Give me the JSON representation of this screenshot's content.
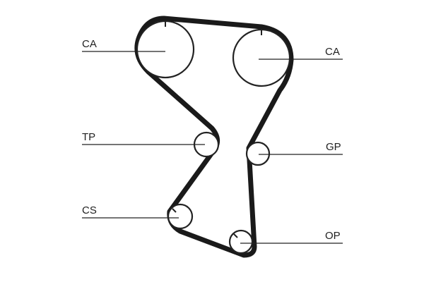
{
  "labels": {
    "cam_left": "CA",
    "cam_right": "CA",
    "tensioner": "TP",
    "guide": "GP",
    "crankshaft": "CS",
    "oil_pump": "OP"
  },
  "colors": {
    "line": "#222222",
    "belt": "#1a1a1a",
    "background": "#ffffff"
  }
}
